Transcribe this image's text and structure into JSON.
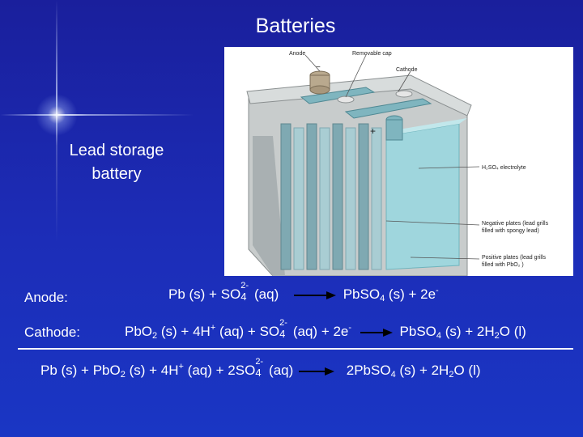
{
  "slide": {
    "title": "Batteries",
    "subtitle_line1": "Lead storage",
    "subtitle_line2": "battery"
  },
  "diagram": {
    "callouts": {
      "removable_cap": "Removable cap",
      "anode": "Anode",
      "cathode": "Cathode",
      "electrolyte": "H₂SO₄ electrolyte",
      "negative_1": "Negative plates (lead grills",
      "negative_2": "filled with spongy lead)",
      "positive_1": "Positive plates (lead grills",
      "positive_2": "filled with PbO₂ )",
      "minus": "−",
      "plus": "+"
    }
  },
  "equations": {
    "anode_label": "Anode:",
    "cathode_label": "Cathode:",
    "anode": {
      "pb": "Pb (s) + SO",
      "so4_charge": "2-",
      "so4_sub": "4",
      "aq": " (aq)",
      "product": "PbSO",
      "product_sub": "4",
      "product_rest": " (s) + 2e",
      "e_sup": "-"
    },
    "cathode": {
      "pbo": "PbO",
      "o_sub": "2",
      "mid1": " (s) + 4H",
      "h_sup": "+",
      "mid2": " (aq) + SO",
      "so4_charge": "2-",
      "so4_sub": "4",
      "mid3": " (aq) + 2e",
      "e_sup": "-",
      "product": "PbSO",
      "product_sub": "4",
      "product_mid": " (s) + 2H",
      "h2_sub": "2",
      "product_end": "O (l)"
    },
    "overall": {
      "start": "Pb (s) + PbO",
      "o_sub": "2",
      "mid1": " (s) + 4H",
      "h_sup": "+",
      "mid2": " (aq) + 2SO",
      "so4_charge": "2-",
      "so4_sub": "4",
      "mid3": " (aq)",
      "product": "2PbSO",
      "product_sub": "4",
      "product_mid": " (s) + 2H",
      "h2_sub": "2",
      "product_end": "O (l)"
    }
  }
}
